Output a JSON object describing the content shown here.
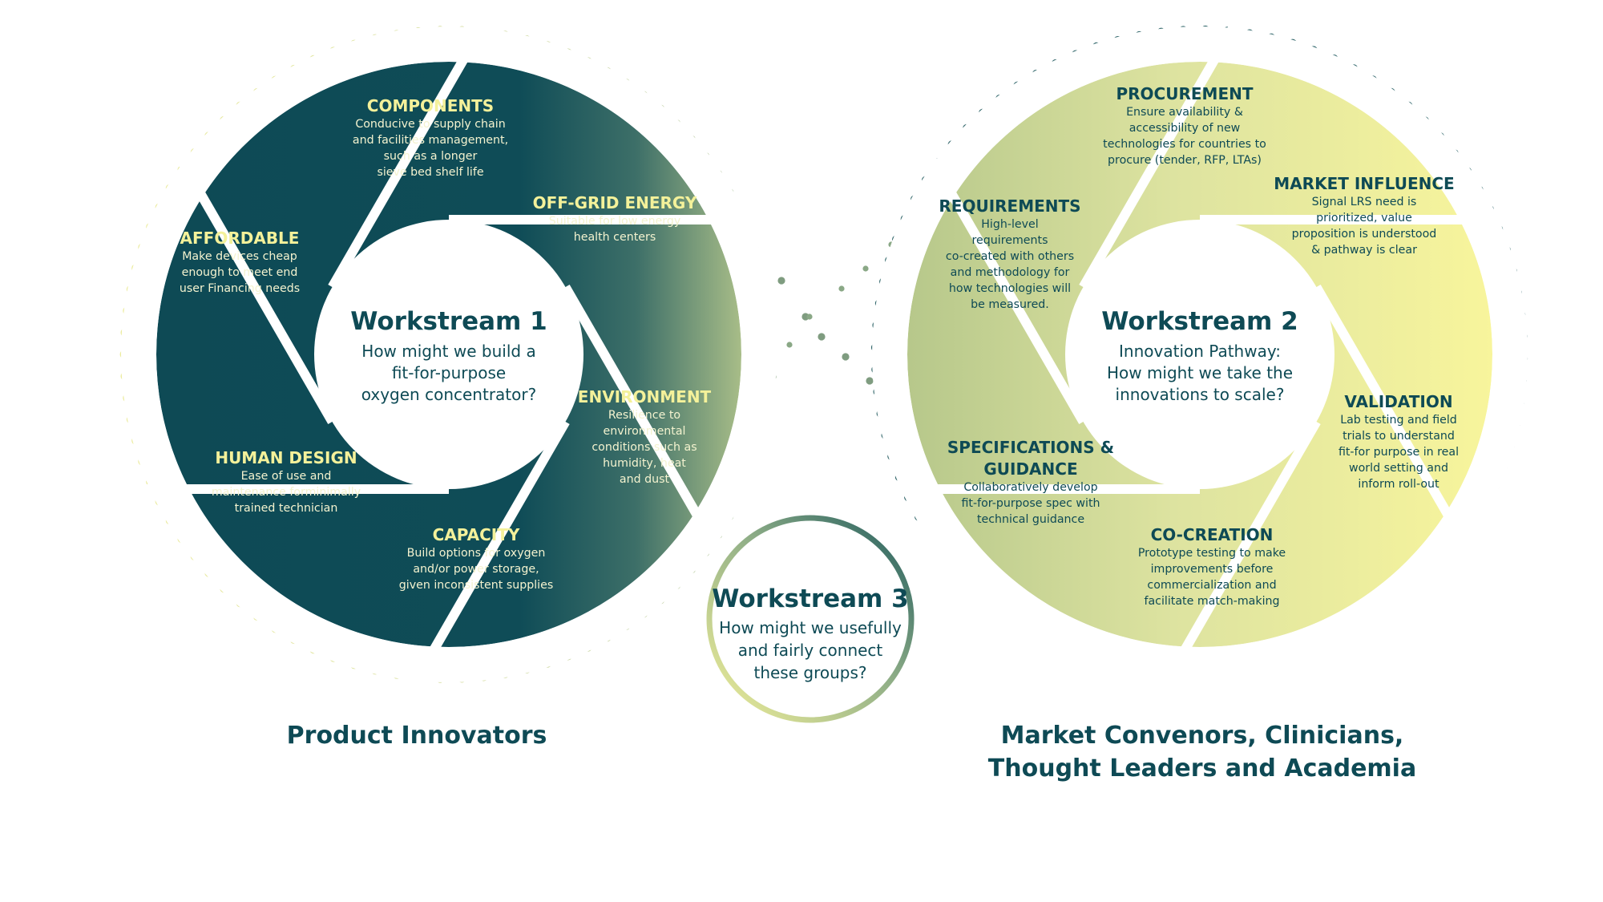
{
  "workstream1": {
    "title": "Workstream 1",
    "question": [
      "How might we build a",
      "fit-for-purpose",
      "oxygen concentrator?"
    ],
    "segments": [
      {
        "title": [
          "COMPONENTS"
        ],
        "body": [
          "Conducive to supply chain",
          "and facilities management,",
          "such as a longer",
          "sieve bed shelf life"
        ]
      },
      {
        "title": [
          "OFF-GRID ENERGY"
        ],
        "body": [
          "Suitable for low energy",
          "health centers"
        ]
      },
      {
        "title": [
          "ENVIRONMENT"
        ],
        "body": [
          "Resilience to",
          "environmental",
          "conditions such as",
          "humidity, heat",
          "and dust"
        ]
      },
      {
        "title": [
          "CAPACITY"
        ],
        "body": [
          "Build options for oxygen",
          "and/or power storage,",
          "given inconsistent supplies"
        ]
      },
      {
        "title": [
          "HUMAN DESIGN"
        ],
        "body": [
          "Ease of use and",
          "maintenance forminimally",
          "trained technician"
        ]
      },
      {
        "title": [
          "AFFORDABLE"
        ],
        "body": [
          "Make devices cheap",
          "enough to meet end",
          "user Financing needs"
        ]
      }
    ]
  },
  "workstream2": {
    "title": "Workstream 2",
    "question": [
      "Innovation Pathway:",
      "How might we take the",
      "innovations to scale?"
    ],
    "segments": [
      {
        "title": [
          "PROCUREMENT"
        ],
        "body": [
          "Ensure availability &",
          "accessibility of new",
          "technologies for countries to",
          "procure  (tender, RFP, LTAs)"
        ]
      },
      {
        "title": [
          "MARKET INFLUENCE"
        ],
        "body": [
          "Signal LRS need is",
          "prioritized, value",
          "proposition is understood",
          "& pathway is clear"
        ]
      },
      {
        "title": [
          "VALIDATION"
        ],
        "body": [
          "Lab testing and field",
          "trials to understand",
          "fit-for purpose in real",
          "world setting and",
          "inform roll-out"
        ]
      },
      {
        "title": [
          "CO-CREATION"
        ],
        "body": [
          "Prototype testing to make",
          "improvements before",
          "commercialization and",
          "facilitate match-making"
        ]
      },
      {
        "title": [
          "SPECIFICATIONS &",
          "GUIDANCE"
        ],
        "body": [
          "Collaboratively develop",
          "fit-for-purpose spec with",
          "technical guidance"
        ]
      },
      {
        "title": [
          "REQUIREMENTS"
        ],
        "body": [
          "High-level",
          "requirements",
          "co-created with others",
          "and methodology for",
          "how technologies will",
          "be measured."
        ]
      }
    ]
  },
  "workstream3": {
    "title": "Workstream 3",
    "question": [
      "How might we usefully",
      "and fairly connect",
      "these groups?"
    ]
  },
  "labels": {
    "left": "Product Innovators",
    "right_line1": "Market Convenors, Clinicians,",
    "right_line2": "Thought Leaders and Academia"
  },
  "colors": {
    "dark_teal": "#0e4a55",
    "mid_green": "#5f8a6e",
    "sage": "#b9c98a",
    "pale_yellow": "#f5f29a",
    "title_yellow": "#f4f19a",
    "white": "#ffffff"
  }
}
